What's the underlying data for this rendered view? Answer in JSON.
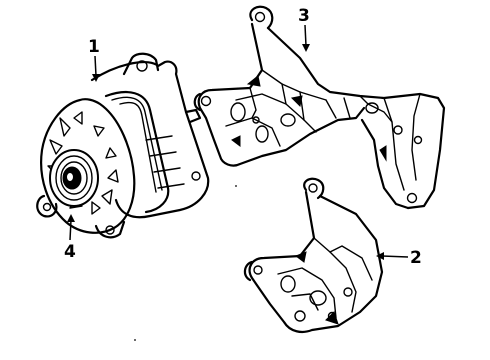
{
  "callouts": [
    {
      "id": "1",
      "label": "1",
      "part": "alternator"
    },
    {
      "id": "2",
      "label": "2",
      "part": "lower-mounting-bracket"
    },
    {
      "id": "3",
      "label": "3",
      "part": "upper-mounting-bracket"
    },
    {
      "id": "4",
      "label": "4",
      "part": "pulley"
    }
  ]
}
